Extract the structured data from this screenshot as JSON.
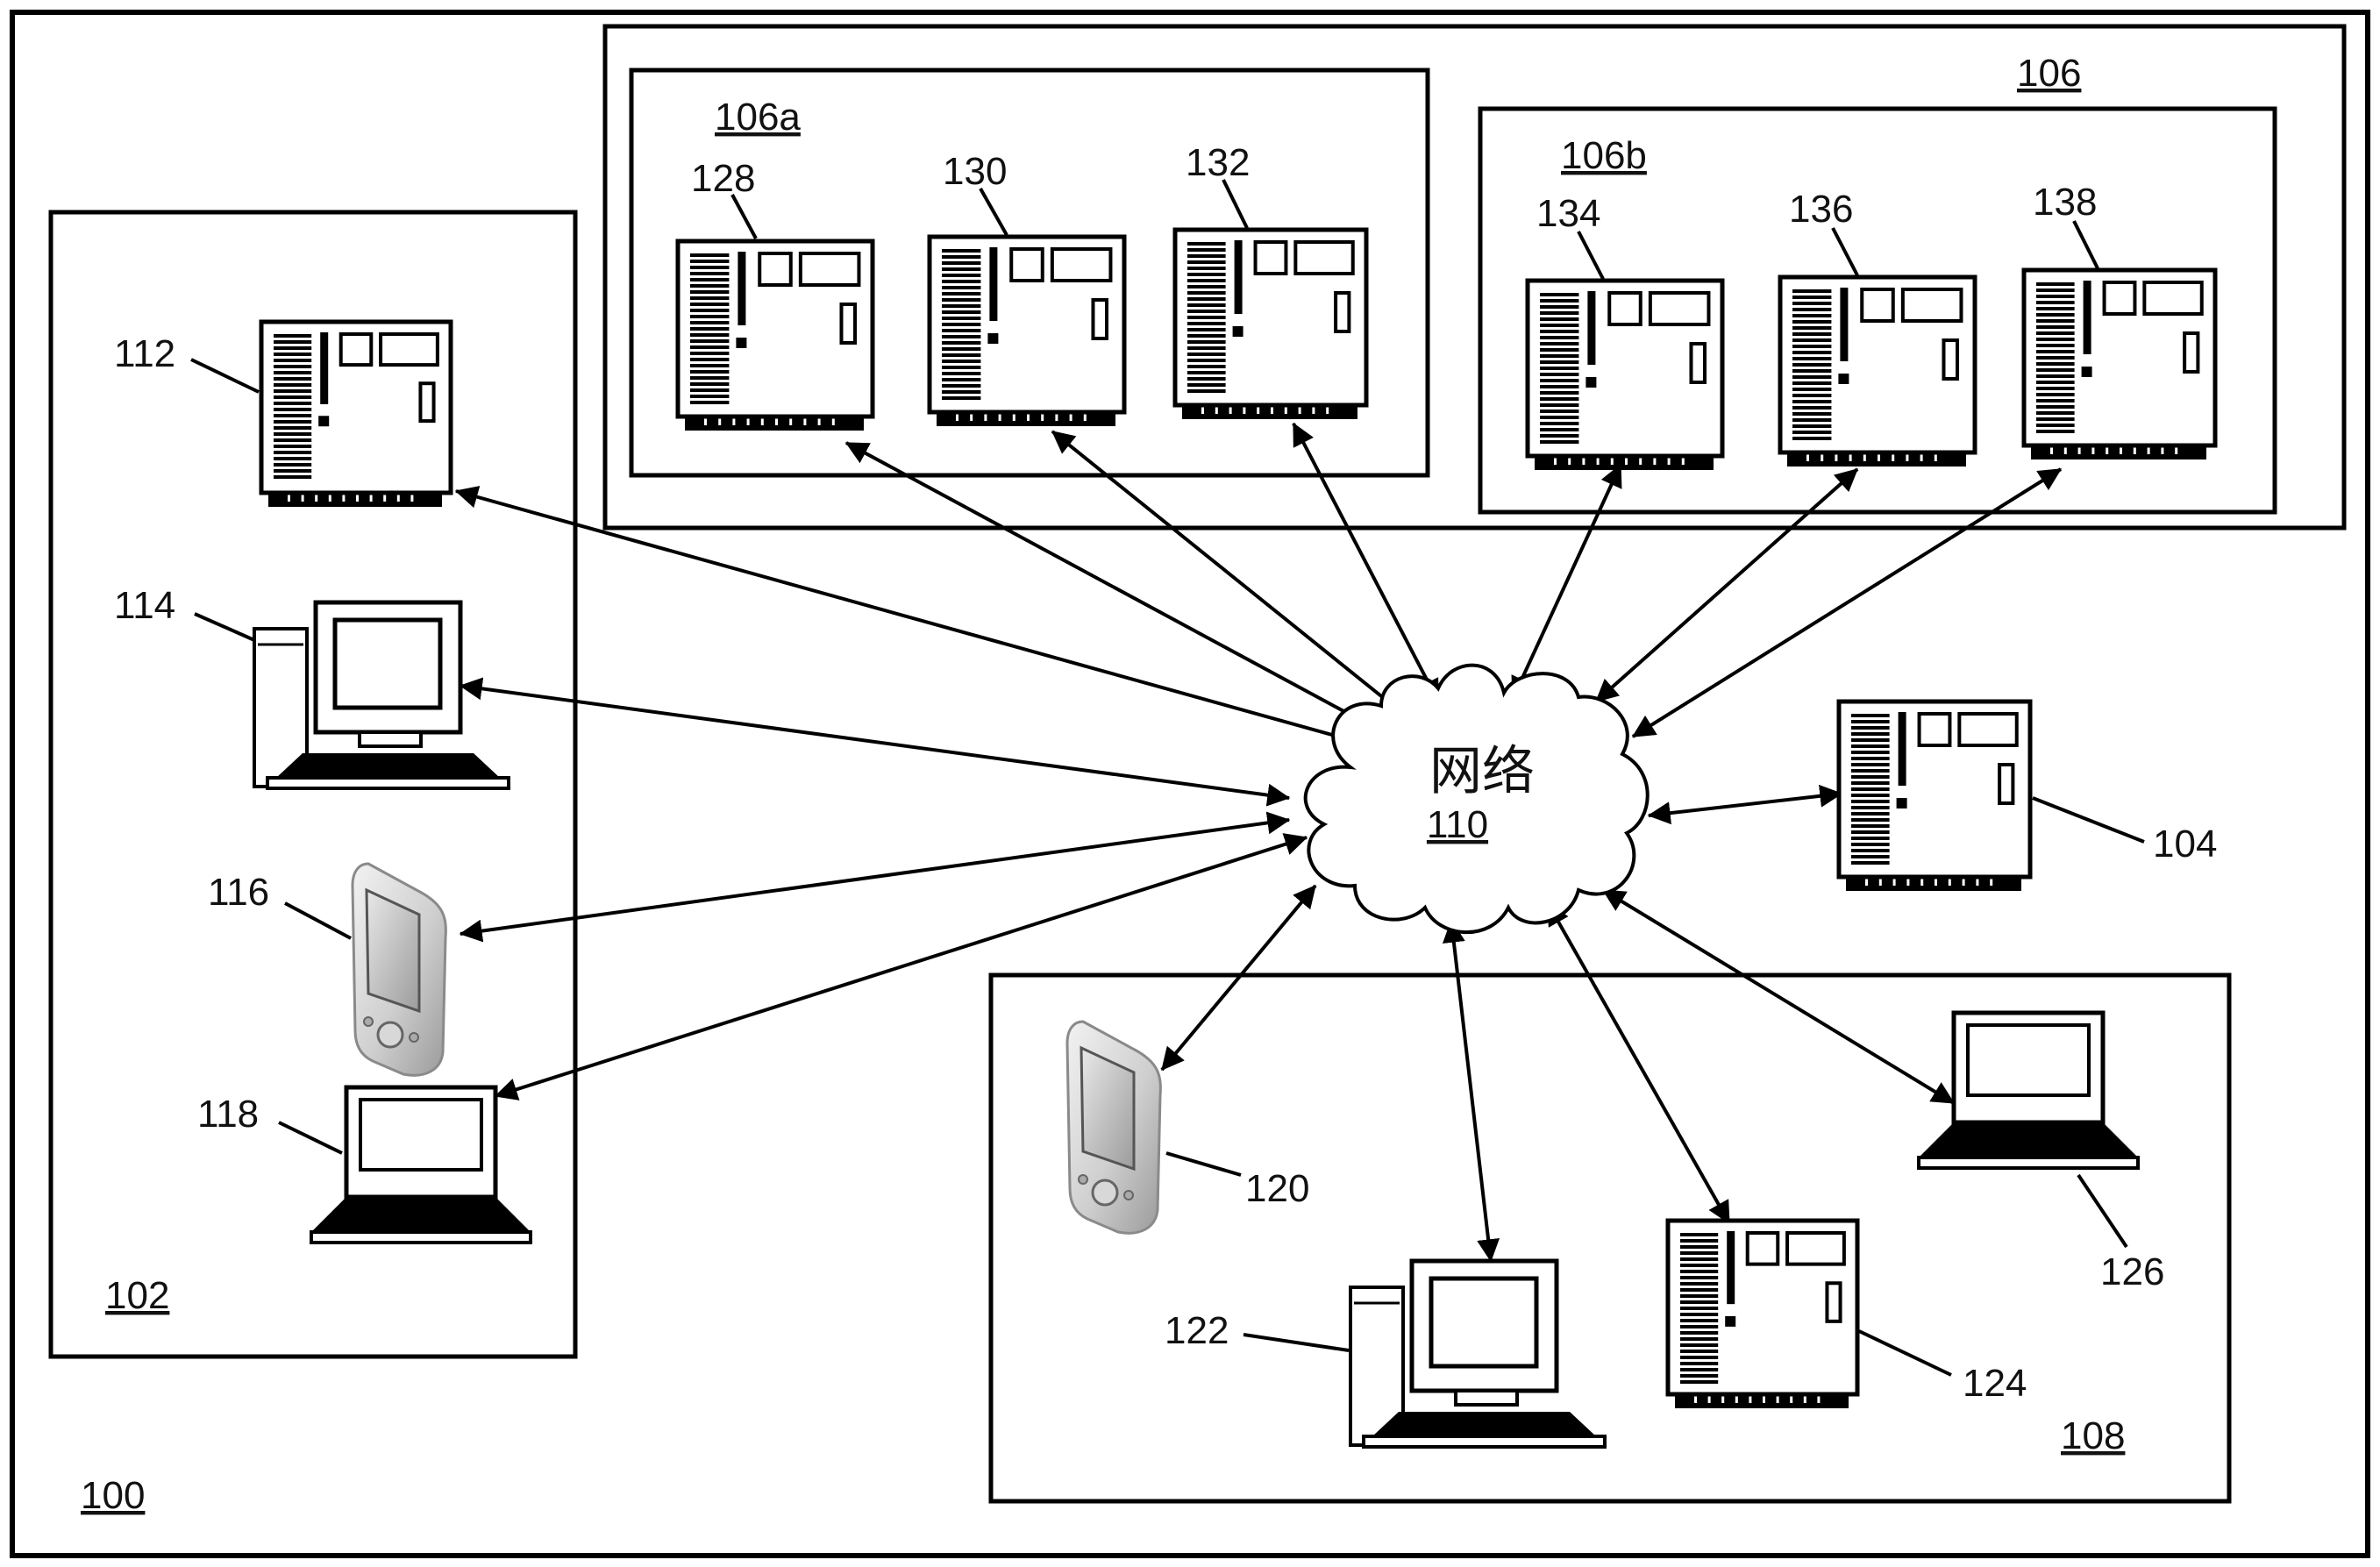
{
  "figure": {
    "system_label": "100",
    "network": {
      "name": "网络",
      "ref": "110"
    },
    "group_102": {
      "label": "102"
    },
    "group_106": {
      "label": "106"
    },
    "group_106a": {
      "label": "106a"
    },
    "group_106b": {
      "label": "106b"
    },
    "group_108": {
      "label": "108"
    }
  },
  "devices": [
    {
      "id": "112",
      "label": "112",
      "kind": "server"
    },
    {
      "id": "114",
      "label": "114",
      "kind": "desktop"
    },
    {
      "id": "116",
      "label": "116",
      "kind": "pda"
    },
    {
      "id": "118",
      "label": "118",
      "kind": "laptop"
    },
    {
      "id": "128",
      "label": "128",
      "kind": "server"
    },
    {
      "id": "130",
      "label": "130",
      "kind": "server"
    },
    {
      "id": "132",
      "label": "132",
      "kind": "server"
    },
    {
      "id": "134",
      "label": "134",
      "kind": "server"
    },
    {
      "id": "136",
      "label": "136",
      "kind": "server"
    },
    {
      "id": "138",
      "label": "138",
      "kind": "server"
    },
    {
      "id": "104",
      "label": "104",
      "kind": "server"
    },
    {
      "id": "120",
      "label": "120",
      "kind": "pda"
    },
    {
      "id": "122",
      "label": "122",
      "kind": "desktop"
    },
    {
      "id": "124",
      "label": "124",
      "kind": "server"
    },
    {
      "id": "126",
      "label": "126",
      "kind": "laptop"
    }
  ]
}
